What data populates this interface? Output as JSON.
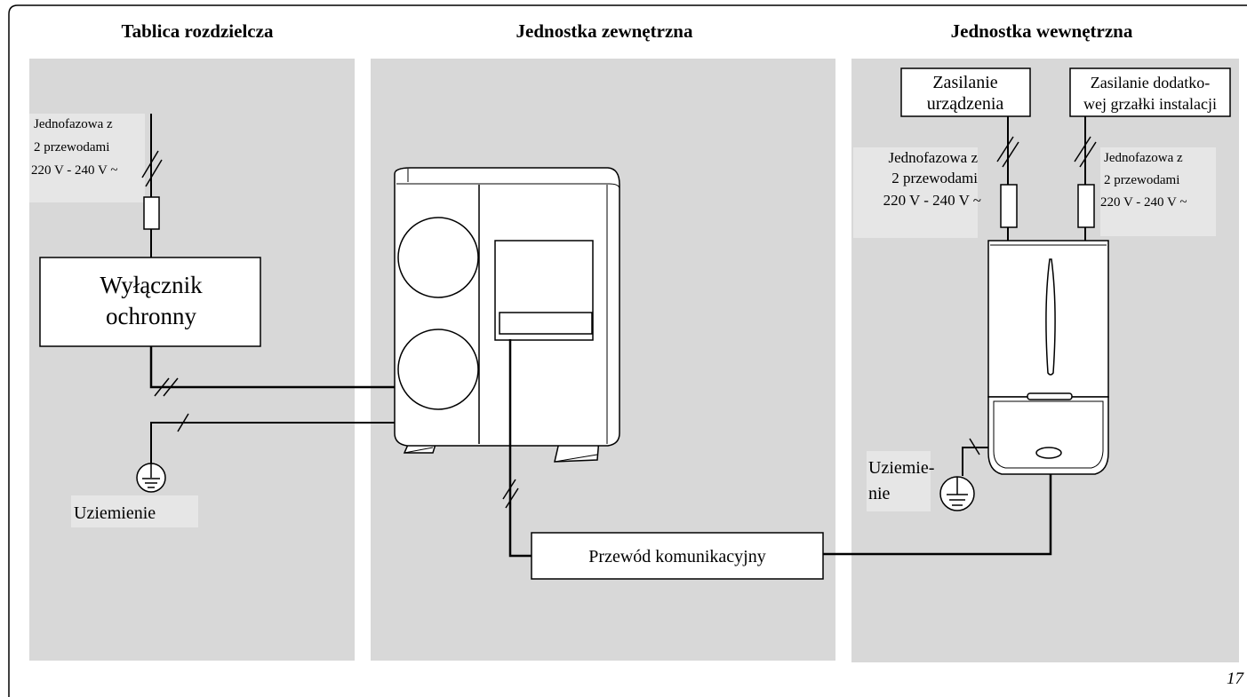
{
  "headers": {
    "panel": "Tablica rozdzielcza",
    "outdoor": "Jednostka zewnętrzna",
    "indoor": "Jednostka wewnętrzna"
  },
  "panel": {
    "supply_line1": "Jednofazowa z",
    "supply_line2": "2 przewodami",
    "supply_line3": "220 V - 240 V ~",
    "breaker_line1": "Wyłącznik",
    "breaker_line2": "ochronny",
    "ground_label": "Uziemienie"
  },
  "outdoor": {
    "comm_cable_label": "Przewód komunikacyjny"
  },
  "indoor": {
    "unit_power_line1": "Zasilanie",
    "unit_power_line2": "urządzenia",
    "heater_power_line1": "Zasilanie dodatko-",
    "heater_power_line2": "wej grzałki instalacji",
    "left_supply_line1": "Jednofazowa z",
    "left_supply_line2": "2 przewodami",
    "left_supply_line3": "220 V - 240 V ~",
    "right_supply_line1": "Jednofazowa z",
    "right_supply_line2": "2 przewodami",
    "right_supply_line3": "220 V - 240 V ~",
    "ground_line1": "Uziemie-",
    "ground_line2": "nie"
  },
  "page_number": "17",
  "colors": {
    "panel_background": "#d8d8d8",
    "line": "#000000",
    "box_fill": "#ffffff"
  }
}
